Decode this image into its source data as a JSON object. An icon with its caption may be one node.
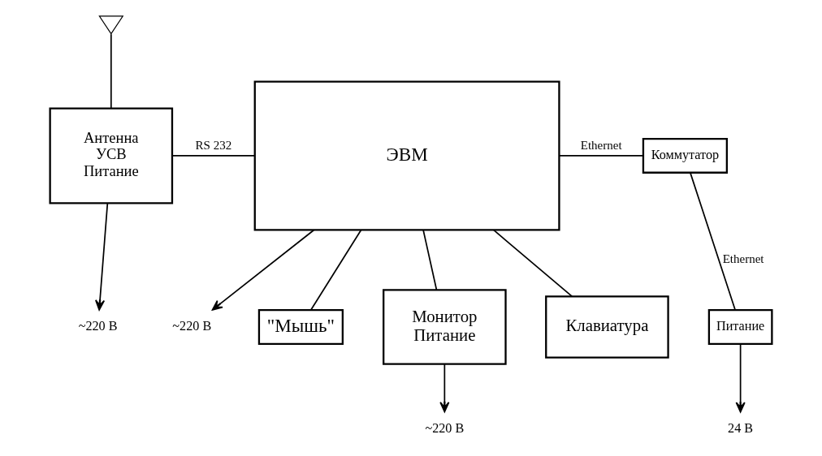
{
  "diagram": {
    "nodes": [
      {
        "text": [],
        "shape": "picture"
      },
      {
        "text": [
          "Антенна",
          "УСВ",
          "Питание"
        ]
      },
      {
        "text": [
          "~220 В"
        ]
      },
      {
        "text": [
          "ЭВМ"
        ]
      },
      {
        "text": [
          "~220 В"
        ]
      },
      {
        "text": [
          "Коммутатор"
        ]
      },
      {
        "text": [
          "Питание"
        ]
      },
      {
        "text": [
          "24 В"
        ]
      },
      {
        "text": [
          "\"Мышь\""
        ]
      },
      {
        "text": [
          "Монитор",
          "Питание"
        ]
      },
      {
        "text": [
          "~220 В"
        ]
      },
      {
        "text": [
          "Клавиатура"
        ]
      }
    ],
    "edges": [
      {
        "from": 0,
        "to": 1,
        "arrow": "none"
      },
      {
        "from": 1,
        "to": 2,
        "arrow": "to"
      },
      {
        "from": 1,
        "to": 3,
        "arrow": "none",
        "label": "RS 232"
      },
      {
        "from": 3,
        "to": 4,
        "arrow": "to"
      },
      {
        "from": 3,
        "to": 5,
        "arrow": "none",
        "label": "Ethernet"
      },
      {
        "from": 5,
        "to": 6,
        "arrow": "none",
        "label": "Ethernet"
      },
      {
        "from": 6,
        "to": 7,
        "arrow": "to"
      },
      {
        "from": 3,
        "to": 8,
        "arrow": "none"
      },
      {
        "from": 3,
        "to": 9,
        "arrow": "none"
      },
      {
        "from": 9,
        "to": 10,
        "arrow": "to"
      },
      {
        "from": 3,
        "to": 11,
        "arrow": "none"
      }
    ]
  }
}
